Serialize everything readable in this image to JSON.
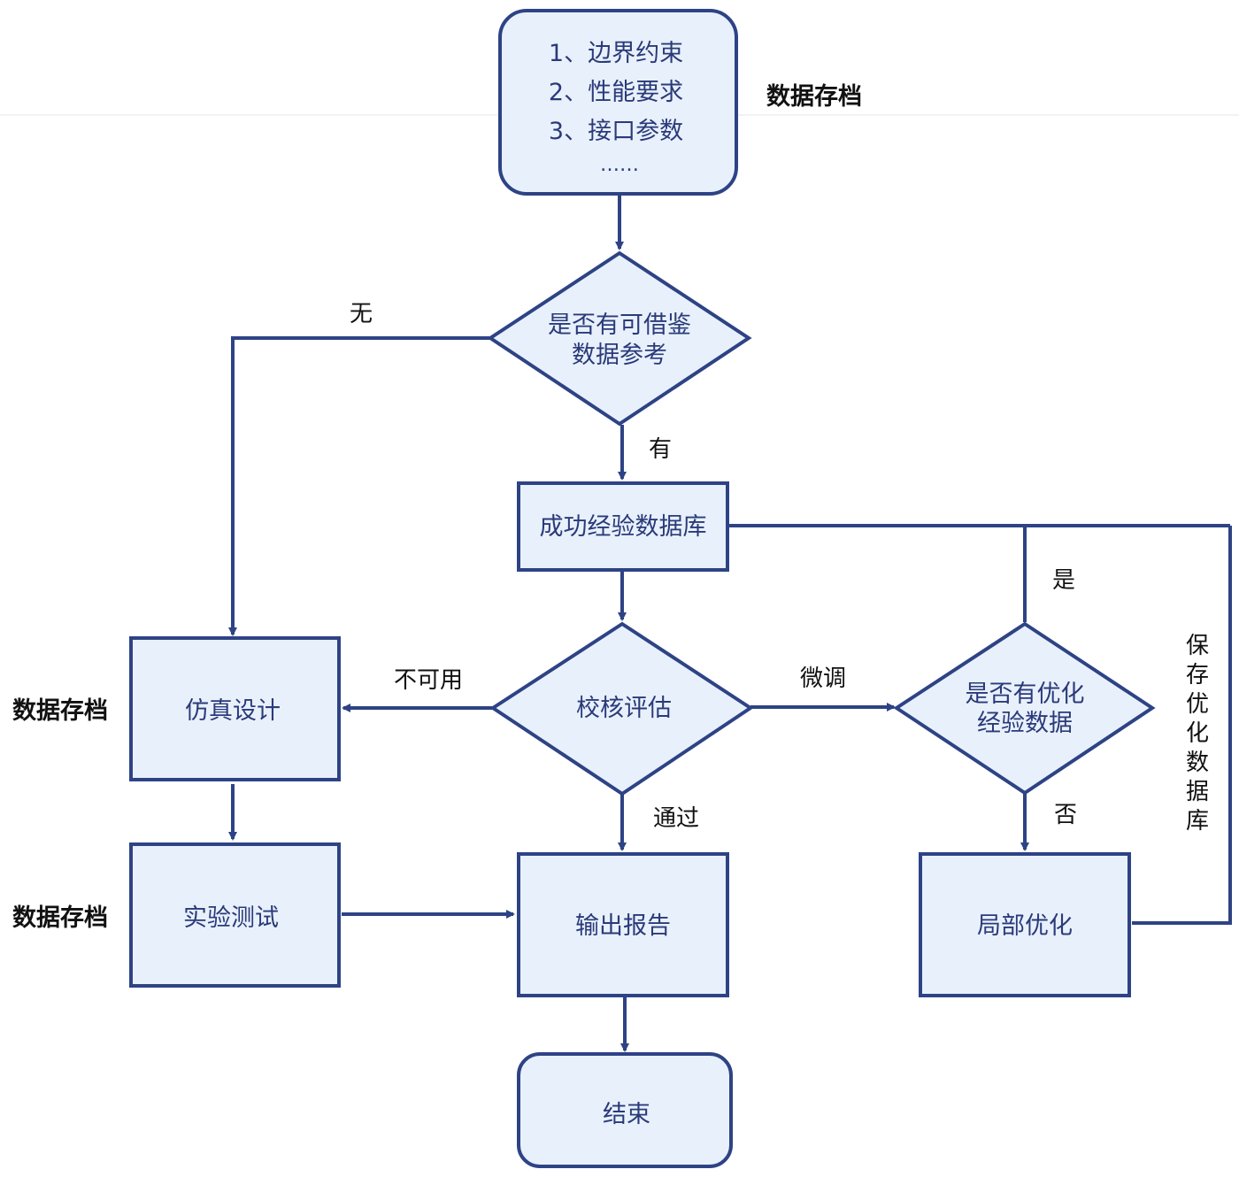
{
  "nodes": {
    "start": {
      "lines": [
        "1、边界约束",
        "2、性能要求",
        "3、接口参数",
        "……"
      ]
    },
    "decision_ref": {
      "lines": [
        "是否有可借鉴",
        "数据参考"
      ]
    },
    "success_db": {
      "label": "成功经验数据库"
    },
    "evaluate": {
      "label": "校核评估"
    },
    "decision_opt": {
      "lines": [
        "是否有优化",
        "经验数据"
      ]
    },
    "sim_design": {
      "label": "仿真设计"
    },
    "experiment": {
      "label": "实验测试"
    },
    "output_report": {
      "label": "输出报告"
    },
    "local_opt": {
      "label": "局部优化"
    },
    "end": {
      "label": "结束"
    }
  },
  "edge_labels": {
    "none": "无",
    "has": "有",
    "unusable": "不可用",
    "fine_tune": "微调",
    "pass": "通过",
    "yes": "是",
    "no": "否",
    "save_opt_db": "保存优化数据库"
  },
  "side_labels": {
    "archive_top": "数据存档",
    "archive_sim": "数据存档",
    "archive_exp": "数据存档"
  },
  "colors": {
    "node_fill": "#e8f1fb",
    "stroke": "#2e4385",
    "node_text": "#2b3a7a",
    "label_text": "#111111"
  }
}
